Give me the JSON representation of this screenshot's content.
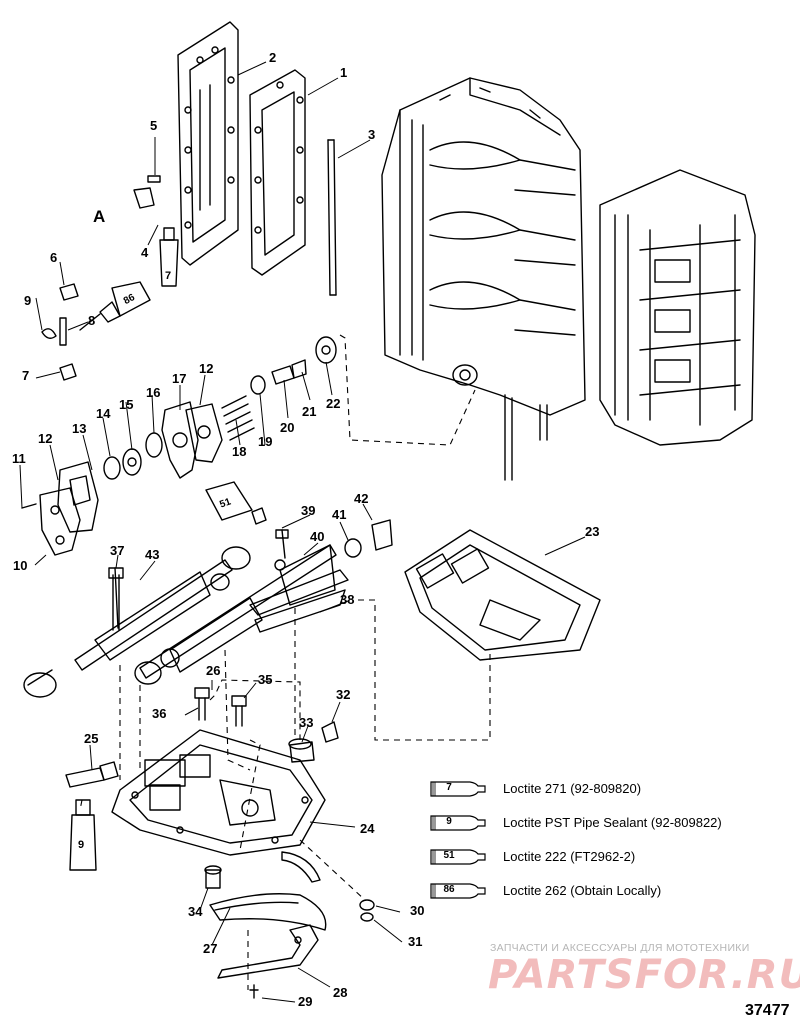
{
  "diagram": {
    "view_label": "A",
    "callouts": [
      {
        "id": "c1",
        "text": "1"
      },
      {
        "id": "c2",
        "text": "2"
      },
      {
        "id": "c3",
        "text": "3"
      },
      {
        "id": "c4",
        "text": "4"
      },
      {
        "id": "c5",
        "text": "5"
      },
      {
        "id": "c6",
        "text": "6"
      },
      {
        "id": "c7",
        "text": "7"
      },
      {
        "id": "c8",
        "text": "8"
      },
      {
        "id": "c9",
        "text": "9"
      },
      {
        "id": "c10",
        "text": "10"
      },
      {
        "id": "c11",
        "text": "11"
      },
      {
        "id": "c12a",
        "text": "12"
      },
      {
        "id": "c12b",
        "text": "12"
      },
      {
        "id": "c13",
        "text": "13"
      },
      {
        "id": "c14",
        "text": "14"
      },
      {
        "id": "c15",
        "text": "15"
      },
      {
        "id": "c16",
        "text": "16"
      },
      {
        "id": "c17",
        "text": "17"
      },
      {
        "id": "c18",
        "text": "18"
      },
      {
        "id": "c19",
        "text": "19"
      },
      {
        "id": "c20",
        "text": "20"
      },
      {
        "id": "c21",
        "text": "21"
      },
      {
        "id": "c22",
        "text": "22"
      },
      {
        "id": "c23",
        "text": "23"
      },
      {
        "id": "c24",
        "text": "24"
      },
      {
        "id": "c25",
        "text": "25"
      },
      {
        "id": "c26",
        "text": "26"
      },
      {
        "id": "c27",
        "text": "27"
      },
      {
        "id": "c28",
        "text": "28"
      },
      {
        "id": "c29",
        "text": "29"
      },
      {
        "id": "c30",
        "text": "30"
      },
      {
        "id": "c31",
        "text": "31"
      },
      {
        "id": "c32",
        "text": "32"
      },
      {
        "id": "c33",
        "text": "33"
      },
      {
        "id": "c34",
        "text": "34"
      },
      {
        "id": "c35",
        "text": "35"
      },
      {
        "id": "c36",
        "text": "36"
      },
      {
        "id": "c37",
        "text": "37"
      },
      {
        "id": "c38",
        "text": "38"
      },
      {
        "id": "c39",
        "text": "39"
      },
      {
        "id": "c40",
        "text": "40"
      },
      {
        "id": "c41",
        "text": "41"
      },
      {
        "id": "c42",
        "text": "42"
      },
      {
        "id": "c43",
        "text": "43"
      }
    ],
    "tube_marks": [
      "7",
      "86",
      "51",
      "9"
    ]
  },
  "legend": [
    {
      "code": "7",
      "text": "Loctite 271 (92-809820)"
    },
    {
      "code": "9",
      "text": "Loctite PST Pipe Sealant (92-809822)"
    },
    {
      "code": "51",
      "text": "Loctite 222  (FT2962-2)"
    },
    {
      "code": "86",
      "text": "Loctite 262  (Obtain Locally)"
    }
  ],
  "watermark": {
    "tagline": "ЗАПЧАСТИ И АКСЕССУАРЫ ДЛЯ МОТОТЕХНИКИ",
    "logo": "PARTSFOR.RU",
    "color": "#e57373"
  },
  "diagram_number": "37477"
}
